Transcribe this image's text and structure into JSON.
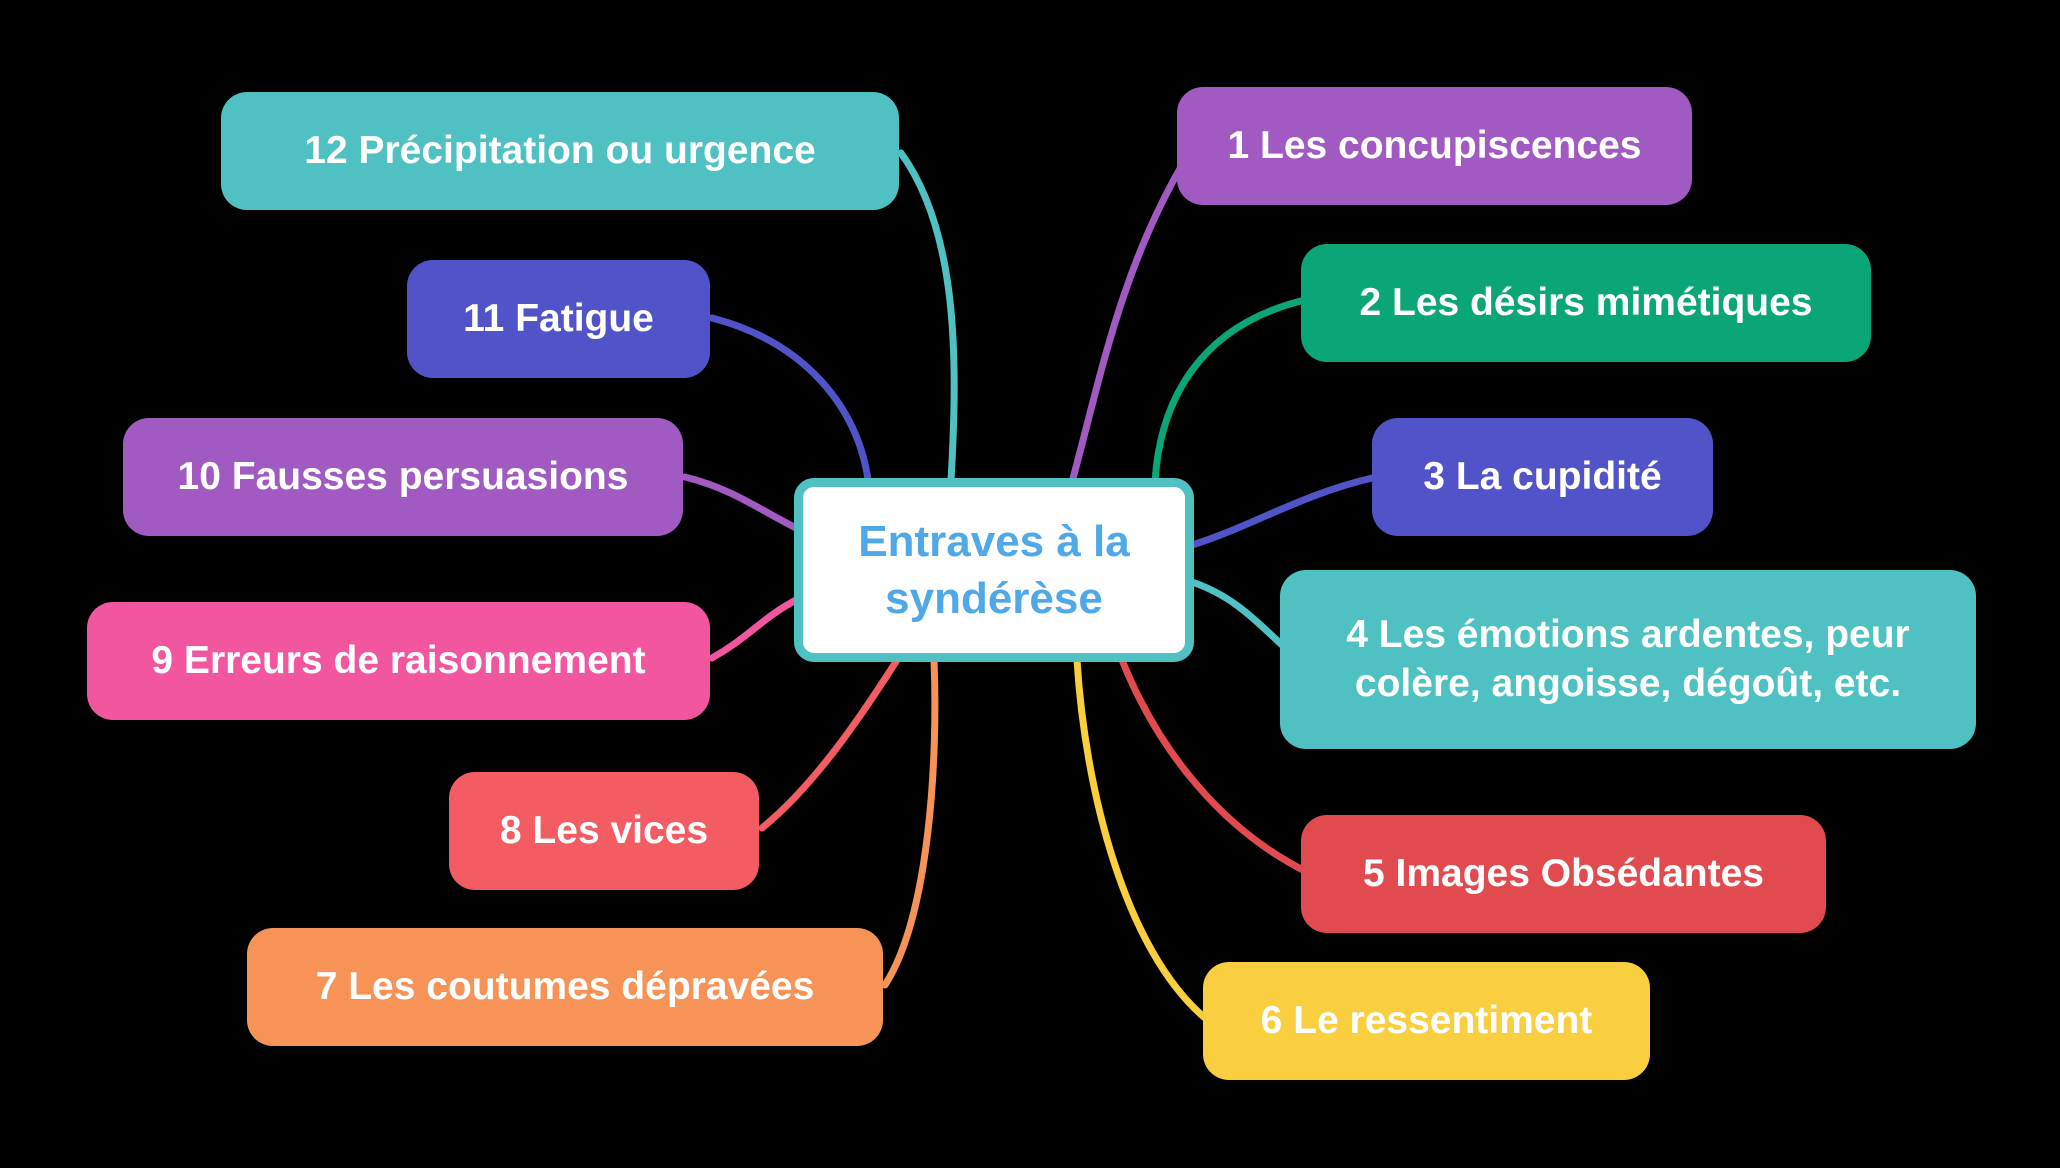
{
  "title": "Entraves à la syndérèse",
  "background_color": "#000000",
  "center": {
    "label": "Entraves à la syndérèse",
    "bg_color": "#FFFFFF",
    "border_color": "#4FC1C2",
    "text_color": "#4FA8E8"
  },
  "nodes": [
    {
      "label": "1 Les concupiscences",
      "color": "#A25AC3"
    },
    {
      "label": "2 Les désirs mimétiques",
      "color": "#0BA678"
    },
    {
      "label": "3 La cupidité",
      "color": "#5154C8"
    },
    {
      "label": "4 Les émotions ardentes, peur colère, angoisse, dégoût, etc.",
      "color": "#4FC1C2"
    },
    {
      "label": "5 Images Obsédantes",
      "color": "#E14B50"
    },
    {
      "label": "6 Le ressentiment",
      "color": "#F9CE3F"
    },
    {
      "label": "7 Les coutumes dépravées",
      "color": "#F79356"
    },
    {
      "label": "8 Les vices",
      "color": "#F25C62"
    },
    {
      "label": "9 Erreurs de raisonnement",
      "color": "#F2569F"
    },
    {
      "label": "10 Fausses persuasions",
      "color": "#A25AC3"
    },
    {
      "label": "11 Fatigue",
      "color": "#5154C8"
    },
    {
      "label": "12 Précipitation ou urgence",
      "color": "#4FC1C2"
    }
  ]
}
